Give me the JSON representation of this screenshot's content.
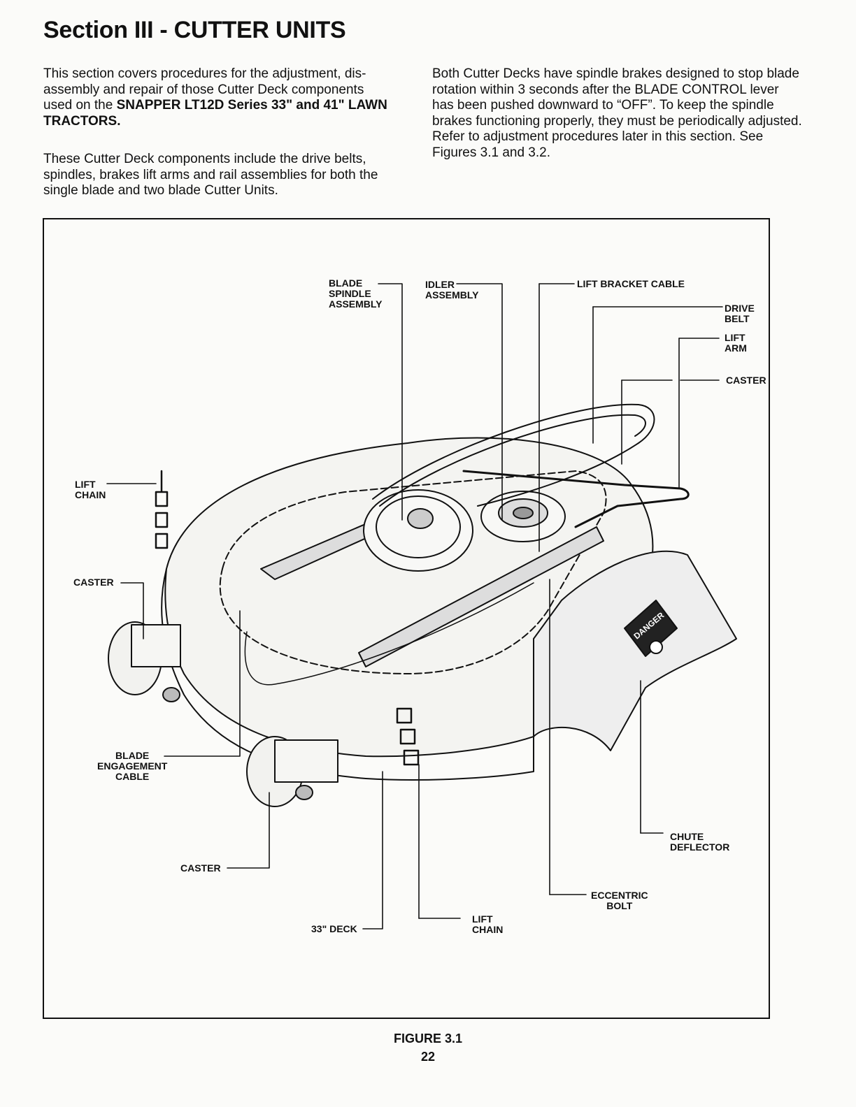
{
  "section_title": "Section III - CUTTER UNITS",
  "intro": {
    "p1_before": "This section covers procedures for the adjustment, dis-assembly and repair of those Cutter Deck components used on the ",
    "p1_bold": "SNAPPER LT12D Series 33\" and 41\" LAWN TRACTORS.",
    "p2": "These Cutter Deck components include the drive belts, spindles, brakes lift arms and rail assemblies for both the single blade and two blade Cutter Units.",
    "p3": "Both Cutter Decks have spindle brakes designed to stop blade rotation within 3 seconds after the BLADE CONTROL lever has been pushed downward to “OFF”. To keep the spindle brakes functioning properly, they must be periodically adjusted.  Refer to adjustment procedures later in this section.  See Figures 3.1 and 3.2."
  },
  "figure": {
    "labels": {
      "blade_spindle": "BLADE\nSPINDLE\nASSEMBLY",
      "idler": "IDLER\nASSEMBLY",
      "lift_bracket_cable": "LIFT BRACKET CABLE",
      "drive_belt": "DRIVE\nBELT",
      "lift_arm": "LIFT\nARM",
      "caster_top_right": "CASTER",
      "lift_chain_left": "LIFT\nCHAIN",
      "caster_left": "CASTER",
      "blade_engagement_cable": "BLADE\nENGAGEMENT\nCABLE",
      "caster_bottom": "CASTER",
      "deck_33": "33\" DECK",
      "lift_chain_bottom": "LIFT\nCHAIN",
      "eccentric_bolt": "ECCENTRIC\nBOLT",
      "chute_deflector": "CHUTE\nDEFLECTOR",
      "danger_decal": "DANGER"
    },
    "caption": "FIGURE 3.1"
  },
  "page_number": "22"
}
